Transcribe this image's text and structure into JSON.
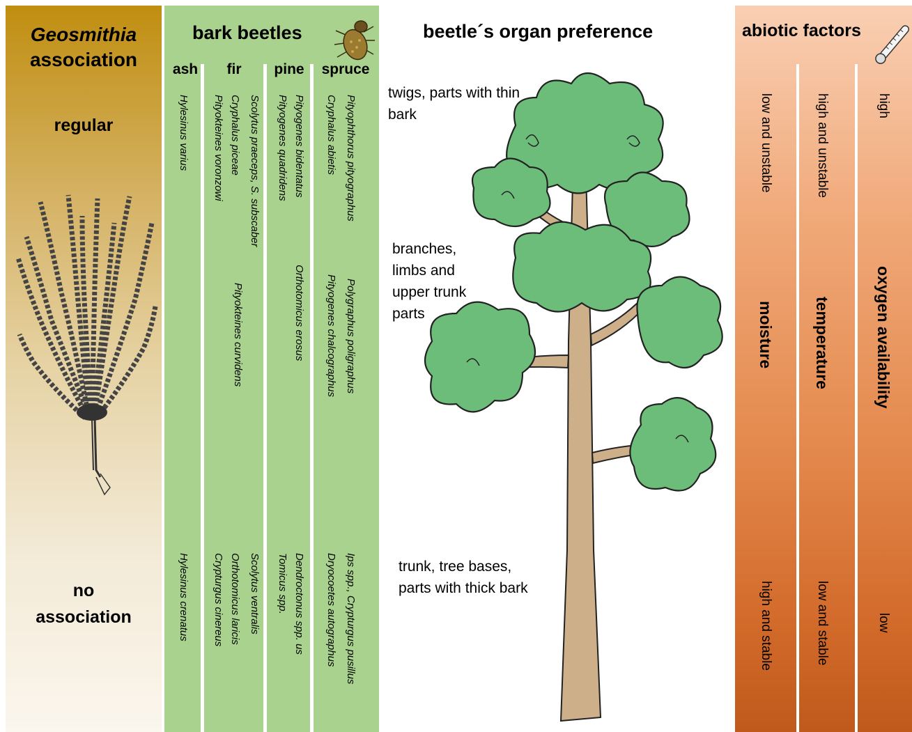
{
  "geosmithia": {
    "title_italic": "Geosmithia",
    "title": "association",
    "high": "regular",
    "low_line1": "no",
    "low_line2": "association"
  },
  "bark_beetles": {
    "title": "bark beetles",
    "columns": [
      "ash",
      "fir",
      "pine",
      "spruce"
    ],
    "ash": {
      "regular": [
        "Hylesinus varius"
      ],
      "none": [
        "Hylesinus crenatus"
      ]
    },
    "fir": {
      "regular": [
        "Pityokteines voronzowi",
        "Cryphalus piceae",
        "Scolytus praeceps, S. subscaber",
        "Pityokteines curvidens"
      ],
      "none": [
        "Crypturgus cinereus",
        "Orthotomicus laricis",
        "Scolytus ventralis"
      ]
    },
    "pine": {
      "regular": [
        "Pityogenes quadridens",
        "Pityogenes bidentatus",
        "Orthotomicus erosus"
      ],
      "none": [
        "Tomicus spp.",
        "Dendroctonus spp. us"
      ]
    },
    "spruce": {
      "regular": [
        "Cryphalus abietis",
        "Pityophthorus pityographus",
        "Pityogenes chalcographus",
        "Polygraphus poligraphus"
      ],
      "none": [
        "Dryocoetes autographus",
        "Ips spp.,  Crypturgus pusillus"
      ]
    }
  },
  "organ": {
    "title": "beetle´s organ preference",
    "top": [
      "twigs, parts with thin",
      "bark"
    ],
    "middle": [
      "branches,",
      "limbs and",
      "upper trunk",
      "parts"
    ],
    "bottom": [
      "trunk, tree bases,",
      "parts with thick bark"
    ]
  },
  "abiotic": {
    "title": "abiotic factors",
    "moisture": {
      "label": "moisture",
      "top": "low and unstable",
      "bottom": "high and stable"
    },
    "temperature": {
      "label": "temperature",
      "top": "high and unstable",
      "bottom": "low and stable"
    },
    "oxygen": {
      "label": "oxygen availability",
      "top": "high",
      "bottom": "low"
    }
  },
  "colors": {
    "geosmithia_top": "#c08e10",
    "beetle_panel": "#a8d28d",
    "abiotic_bottom": "#bf5a1c",
    "foliage": "#6dbd7a",
    "trunk": "#cdb08a"
  },
  "icons": [
    "penicillus-illustration",
    "beetle-icon",
    "tree-illustration",
    "thermometer-icon"
  ]
}
